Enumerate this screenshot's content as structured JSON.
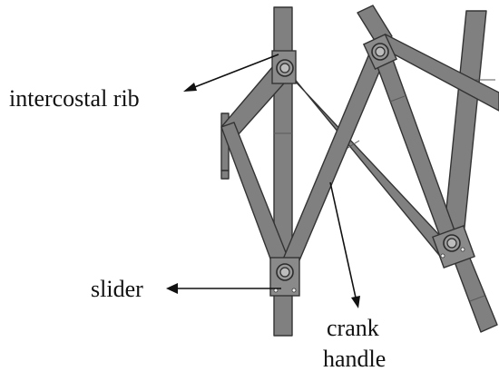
{
  "labels": {
    "intercostal_rib": "intercostal rib",
    "slider": "slider",
    "crank_line1": "crank",
    "crank_line2": "handle"
  },
  "colors": {
    "link_fill": "#808080",
    "outline": "#333333",
    "text": "#111111",
    "background": "#ffffff"
  }
}
